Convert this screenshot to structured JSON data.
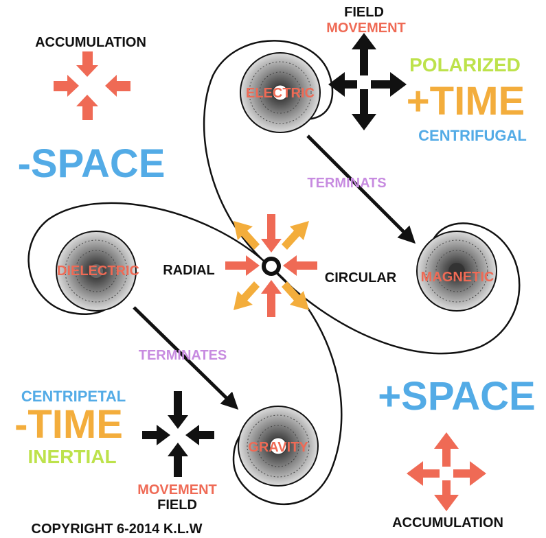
{
  "labels": {
    "accumulation_top": "ACCUMULATION",
    "field_top": "FIELD",
    "movement_top": "MOVEMENT",
    "polarized": "POLARIZED",
    "plus_time": "+TIME",
    "centrifugal": "CENTRIFUGAL",
    "minus_space": "-SPACE",
    "electric": "ELECTRIC",
    "terminats": "TERMINATS",
    "dielectric": "DIELECTRIC",
    "radial": "RADIAL",
    "circular": "CIRCULAR",
    "magnetic": "MAGNETIC",
    "terminates": "TERMINATES",
    "centripetal": "CENTRIPETAL",
    "minus_time": "-TIME",
    "inertial": "INERTIAL",
    "plus_space": "+SPACE",
    "gravity": "GRAVITY",
    "movement_bottom": "MOVEMENT",
    "field_bottom": "FIELD",
    "accumulation_bottom": "ACCUMULATION",
    "copyright": "COPYRIGHT 6-2014 K.L.W"
  },
  "colors": {
    "black": "#111111",
    "red": "#ef6a55",
    "orange": "#f3ad3c",
    "blue": "#53abe6",
    "green": "#bde24b",
    "purple": "#c78be0"
  }
}
